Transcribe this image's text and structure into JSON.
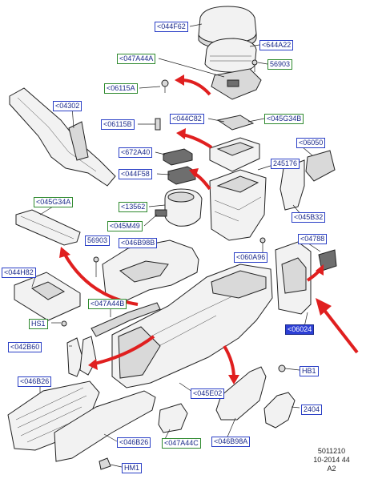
{
  "labels": {
    "l044F62": "<044F62",
    "l644A22": "<644A22",
    "l047A44A_top": "<047A44A",
    "l56903_top": "56903",
    "l06115A": "<06115A",
    "l04302": "<04302",
    "l044C82": "<044C82",
    "l06115B": "<06115B",
    "l045G34B": "<045G34B",
    "l672A40": "<672A40",
    "l06050": "<06050",
    "l044F58": "<044F58",
    "l245176": "245176",
    "l045G34A": "<045G34A",
    "l13562": "<13562",
    "l045B32": "<045B32",
    "l045M49": "<045M49",
    "l56903_mid": "56903",
    "l046B98B": "<046B98B",
    "l04788": "<04788",
    "l060A96": "<060A96",
    "l044H82": "<044H82",
    "l047A44B": "<047A44B",
    "l06024": "<06024",
    "lHS1": "HS1",
    "l042B60": "<042B60",
    "lHB1": "HB1",
    "l046B26_top": "<046B26",
    "l045E02": "<045E02",
    "l2404": "2404",
    "l046B26_bot": "<046B26",
    "l047A44C": "<047A44C",
    "l046B98A": "<046B98A",
    "lHM1": "HM1"
  },
  "drawing_code": {
    "line1": "5011210",
    "line2": "10-2014 44",
    "line3": "A2"
  },
  "colors": {
    "label_blue_border": "#2a3fc6",
    "label_green_border": "#2f8a2f",
    "selected_label": "#2c3fd6",
    "arrow_red": "#e01f1f"
  }
}
